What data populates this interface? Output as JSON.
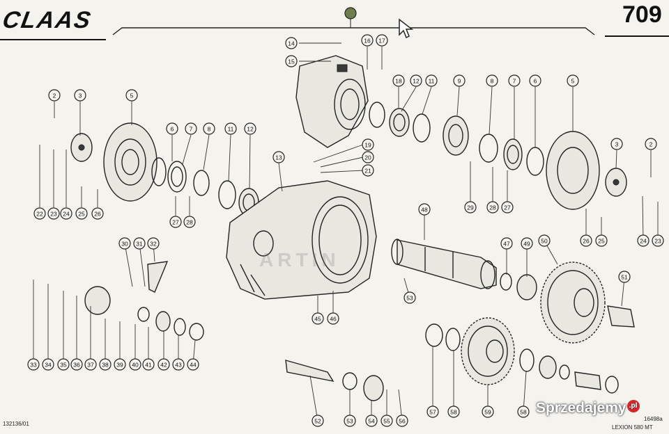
{
  "header": {
    "brand": "CLAAS",
    "page_number": "709"
  },
  "footer": {
    "drawing_code": "132136/01",
    "ref_code": "16498a",
    "model": "LEXION 580 MT"
  },
  "watermark": {
    "text": "Sprzedajemy",
    "badge": ".pl",
    "faint": "ARTIN"
  },
  "callouts": [
    "2",
    "3",
    "5",
    "6",
    "7",
    "8",
    "11",
    "12",
    "13",
    "14",
    "15",
    "16",
    "17",
    "18",
    "12",
    "11",
    "9",
    "8",
    "7",
    "6",
    "5",
    "3",
    "2",
    "19",
    "20",
    "21",
    "22",
    "23",
    "24",
    "25",
    "26",
    "27",
    "28",
    "29",
    "28",
    "27",
    "26",
    "25",
    "24",
    "23",
    "30",
    "31",
    "32",
    "48",
    "47",
    "49",
    "50",
    "51",
    "53",
    "45",
    "46",
    "33",
    "34",
    "35",
    "36",
    "37",
    "38",
    "39",
    "40",
    "41",
    "42",
    "43",
    "44",
    "57",
    "58",
    "59",
    "58",
    "52",
    "53",
    "54",
    "55",
    "56"
  ],
  "colors": {
    "background": "#f4f3ee",
    "ink": "#222222",
    "badge": "#d9262d"
  }
}
